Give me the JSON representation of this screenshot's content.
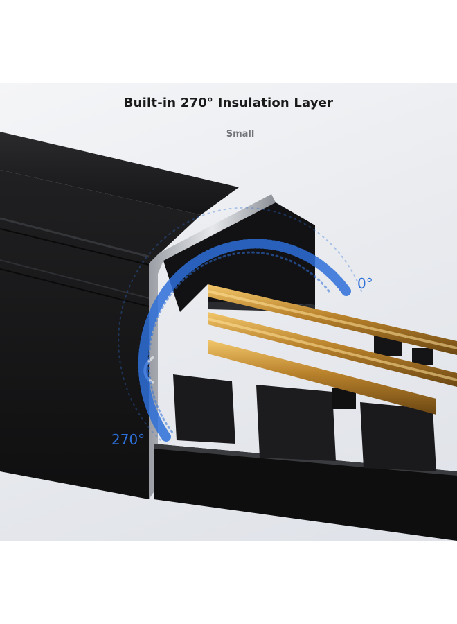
{
  "headline": "Built-in 270° Insulation Layer",
  "subhead": "Small",
  "labels": {
    "start_angle": "0°",
    "end_angle": "270°"
  },
  "colors": {
    "arc_blue": "#2d6fd8",
    "copper": "#c8953a",
    "housing": "#1b1b1d",
    "background": "#eceef2"
  }
}
